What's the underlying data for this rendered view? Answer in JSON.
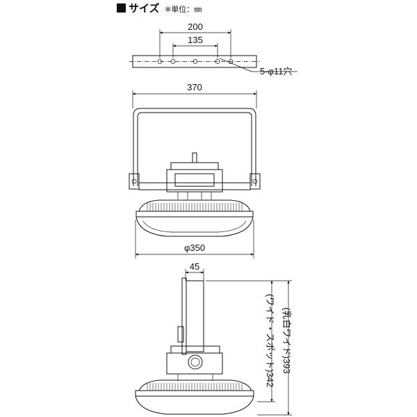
{
  "header": {
    "title": "サイズ",
    "unit_note": "※単位：㎜"
  },
  "bracket_view": {
    "dim_outer": "200",
    "dim_inner": "135",
    "hole_note": "5-φ11穴"
  },
  "front_view": {
    "dim_width": "370",
    "dim_diameter": "φ350"
  },
  "side_view": {
    "dim_offset": "45",
    "dim_height_spot": "(ワイド・スポット)342",
    "dim_height_milky": "(乳白ワイド)393"
  }
}
